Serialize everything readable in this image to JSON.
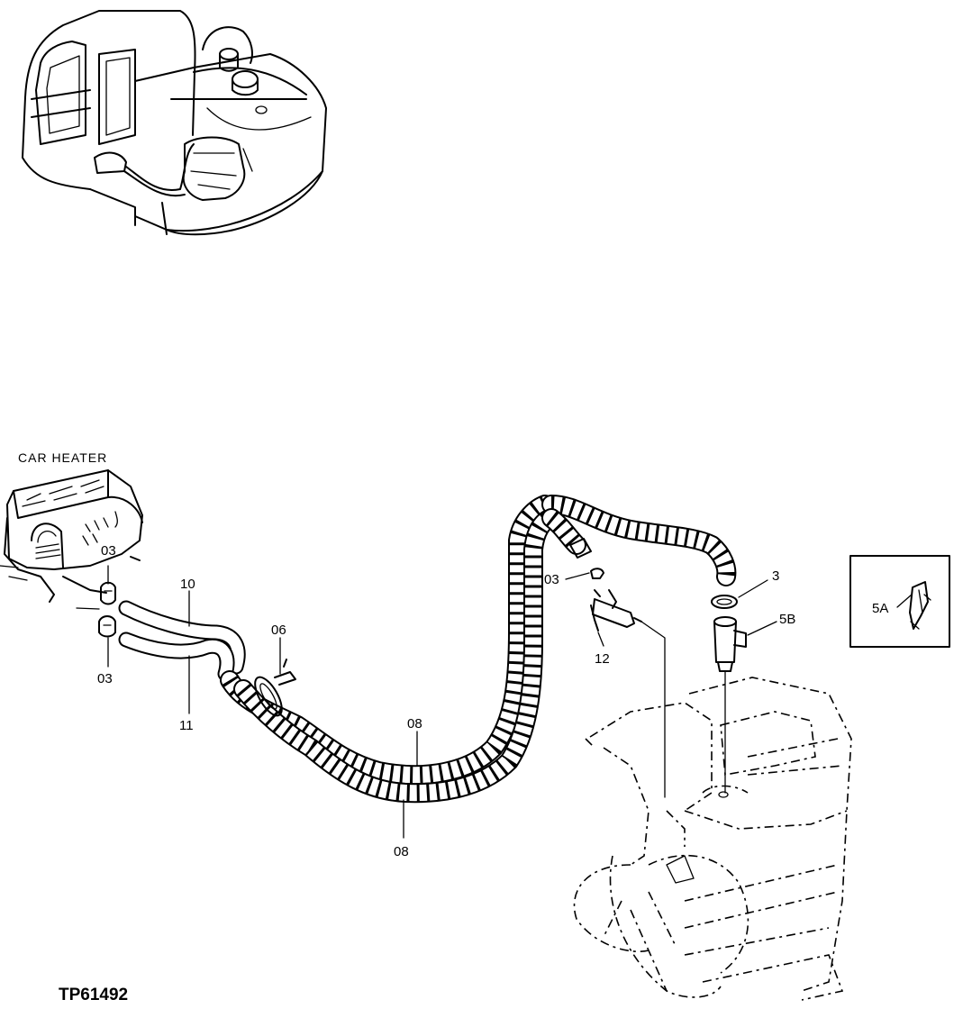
{
  "figure_ref": "TP61492",
  "section_title": "CAR HEATER",
  "callouts": {
    "clip_upper": "03",
    "clip_lower": "03",
    "clip_mid": "03",
    "hose_10": "10",
    "hose_11": "11",
    "clamp_06": "06",
    "tube_08_upper": "08",
    "tube_08_lower": "08",
    "valve_12": "12",
    "washer_3": "3",
    "fitting_5b": "5B",
    "inset_5a": "5A"
  }
}
